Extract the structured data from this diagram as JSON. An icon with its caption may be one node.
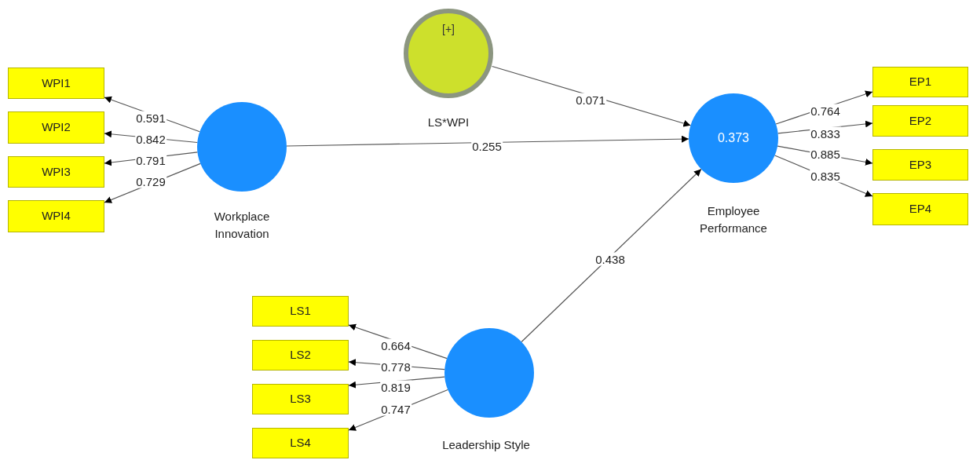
{
  "diagram": {
    "nodes": [
      {
        "text": [
          "WPI1"
        ]
      },
      {
        "text": [
          "WPI2"
        ]
      },
      {
        "text": [
          "WPI3"
        ]
      },
      {
        "text": [
          "WPI4"
        ]
      },
      {
        "text": [
          "Workplace Innovation"
        ]
      },
      {
        "text": [
          "[+]",
          "LS*WPI"
        ]
      },
      {
        "text": [
          "0.373",
          "Employee Performance"
        ]
      },
      {
        "text": [
          "EP1"
        ]
      },
      {
        "text": [
          "EP2"
        ]
      },
      {
        "text": [
          "EP3"
        ]
      },
      {
        "text": [
          "EP4"
        ]
      },
      {
        "text": [
          "Leadership Style"
        ]
      },
      {
        "text": [
          "LS1"
        ]
      },
      {
        "text": [
          "LS2"
        ]
      },
      {
        "text": [
          "LS3"
        ]
      },
      {
        "text": [
          "LS4"
        ]
      }
    ],
    "edges": [
      {
        "from": 4,
        "to": 0,
        "arrow": "to",
        "label": "0.591"
      },
      {
        "from": 4,
        "to": 1,
        "arrow": "to",
        "label": "0.842"
      },
      {
        "from": 4,
        "to": 2,
        "arrow": "to",
        "label": "0.791"
      },
      {
        "from": 4,
        "to": 3,
        "arrow": "to",
        "label": "0.729"
      },
      {
        "from": 5,
        "to": 6,
        "arrow": "to",
        "label": "0.071"
      },
      {
        "from": 4,
        "to": 6,
        "arrow": "to",
        "label": "0.255"
      },
      {
        "from": 11,
        "to": 6,
        "arrow": "to",
        "label": "0.438"
      },
      {
        "from": 6,
        "to": 7,
        "arrow": "to",
        "label": "0.764"
      },
      {
        "from": 6,
        "to": 8,
        "arrow": "to",
        "label": "0.833"
      },
      {
        "from": 6,
        "to": 9,
        "arrow": "to",
        "label": "0.885"
      },
      {
        "from": 6,
        "to": 10,
        "arrow": "to",
        "label": "0.835"
      },
      {
        "from": 11,
        "to": 12,
        "arrow": "to",
        "label": "0.664"
      },
      {
        "from": 11,
        "to": 13,
        "arrow": "to",
        "label": "0.778"
      },
      {
        "from": 11,
        "to": 14,
        "arrow": "to",
        "label": "0.819"
      },
      {
        "from": 11,
        "to": 15,
        "arrow": "to",
        "label": "0.747"
      }
    ]
  }
}
